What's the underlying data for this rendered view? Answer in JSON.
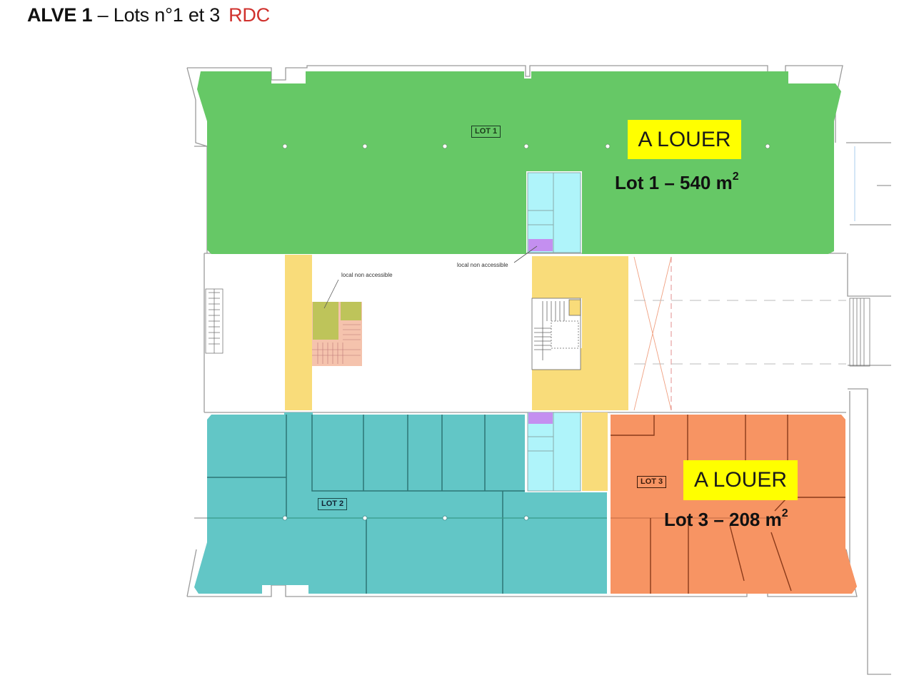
{
  "header": {
    "building": "ALVE 1",
    "separator": " – ",
    "lots_text": "Lots n°1 et 3",
    "level": "RDC"
  },
  "colors": {
    "lot1": "#66c866",
    "lot2": "#62c6c6",
    "lot3": "#f79463",
    "common": "#f9dc7a",
    "sanitary": "#aff4fa",
    "technical": "#c48ff0",
    "non_accessible": "#bec45a",
    "stair_pink": "#f5c3ad",
    "highlight": "#ffff00",
    "level_text": "#d0312d"
  },
  "lots": [
    {
      "id": "lot1",
      "tag": "LOT 1",
      "status": "A LOUER",
      "area_label": "Lot 1 – 540 m",
      "area_sup": "2"
    },
    {
      "id": "lot2",
      "tag": "LOT 2"
    },
    {
      "id": "lot3",
      "tag": "LOT 3",
      "status": "A LOUER",
      "area_label": "Lot 3 – 208 m",
      "area_sup": "2"
    }
  ],
  "notes": [
    {
      "text": "local non accessible"
    },
    {
      "text": "local non accessible"
    }
  ]
}
